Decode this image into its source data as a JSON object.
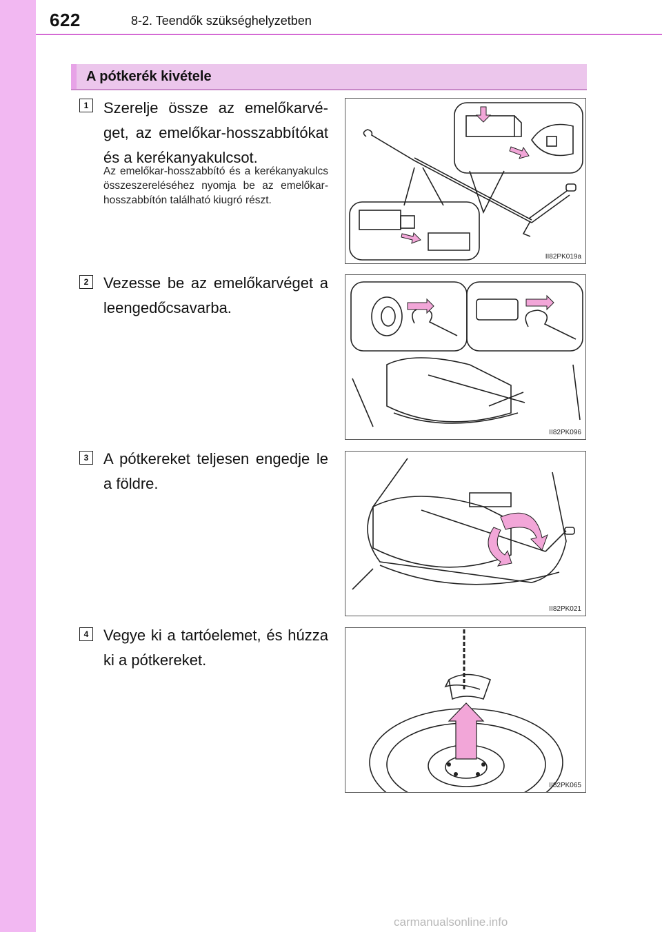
{
  "header": {
    "page_number": "622",
    "section_title": "8-2. Teendők szükséghelyzetben"
  },
  "section_heading": "A pótkerék kivétele",
  "steps": [
    {
      "number": "1",
      "text": "Szerelje össze az emelőkarvé­get, az emelőkar-hosszabbító­kat és a kerékanyakulcsot.",
      "note": "Az emelőkar-hosszabbító és a ke­rékanyakulcs összeszereléséhez nyomja be az emelőkar-hosszabbí­tón található kiugró részt.",
      "figure_code": "II82PK019a"
    },
    {
      "number": "2",
      "text": "Vezesse be az emelőkarvéget a leengedőcsavarba.",
      "figure_code": "II82PK096"
    },
    {
      "number": "3",
      "text": "A pótkereket teljesen engedje le a földre.",
      "figure_code": "II82PK021"
    },
    {
      "number": "4",
      "text": "Vegye ki a tartóelemet, és húzza ki a pótkereket.",
      "figure_code": "II82PK065"
    }
  ],
  "watermark": "carmanualsonline.info",
  "colors": {
    "side_strip": "#f2b8f2",
    "header_rule": "#d46ad4",
    "heading_band": "#ecc6ec",
    "arrow_pink": "#f2a6d8"
  }
}
